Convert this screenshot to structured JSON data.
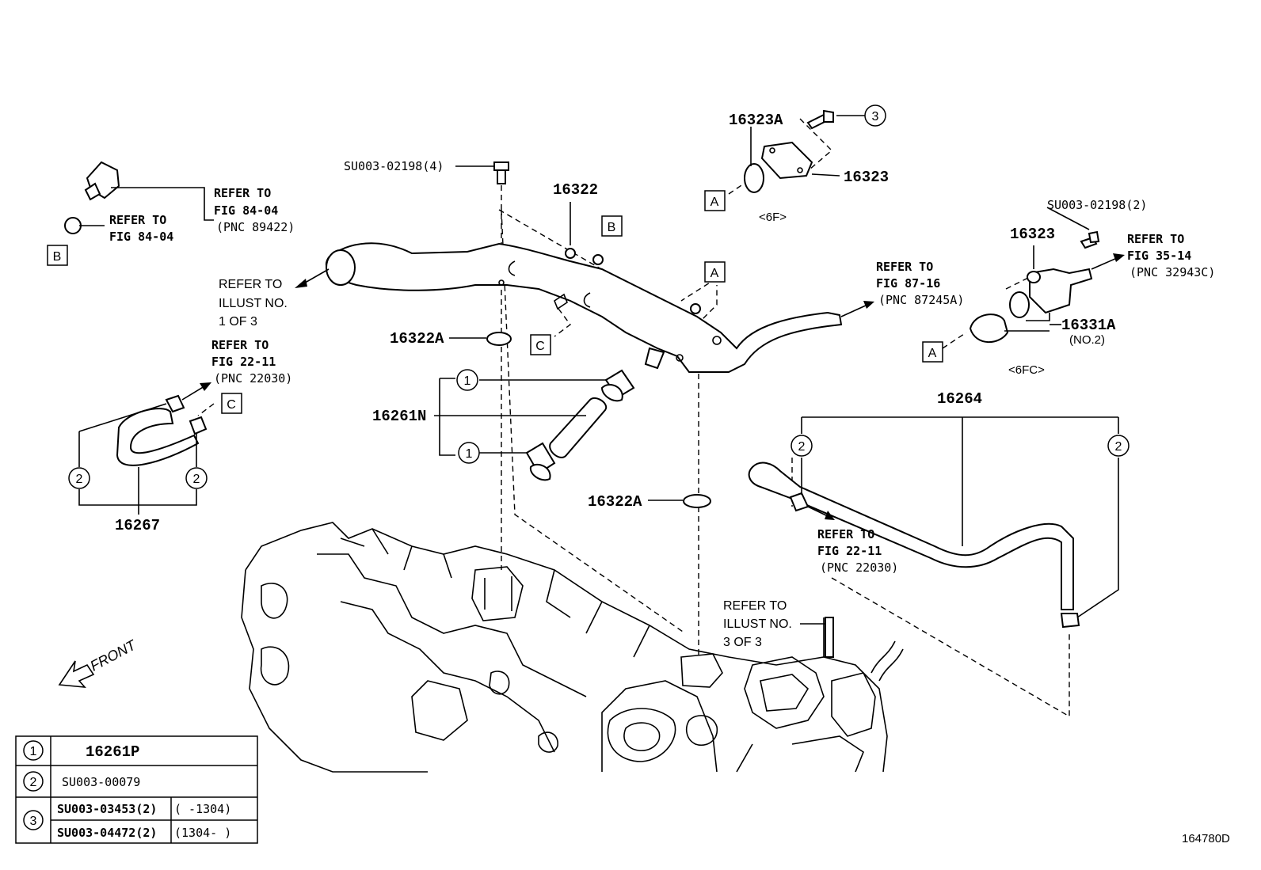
{
  "callouts": {
    "top_sensor_refer": [
      "REFER TO",
      "FIG 84-04",
      "(PNC 89422)"
    ],
    "gasket_b_refer": [
      "REFER TO",
      "FIG 84-04"
    ],
    "pipe_left_refer": [
      "REFER TO",
      "ILLUST NO.",
      "1 OF 3"
    ],
    "hose_left_refer": [
      "REFER TO",
      "FIG 22-11",
      "(PNC 22030)"
    ],
    "pipe_right_refer": [
      "REFER TO",
      "FIG 87-16",
      "(PNC 87245A)"
    ],
    "outlet_refer": [
      "REFER TO",
      "FIG 35-14",
      "(PNC 32943C)"
    ],
    "clamp_right_refer": [
      "REFER TO",
      "FIG 22-11",
      "(PNC 22030)"
    ],
    "engine_refer": [
      "REFER TO",
      "ILLUST NO.",
      "3 OF 3"
    ]
  },
  "part_numbers": {
    "p16323A": "16323A",
    "p16323_top": "16323",
    "p16322": "16322",
    "p16322A_upper": "16322A",
    "p16322A_lower": "16322A",
    "p16261N": "16261N",
    "p16264": "16264",
    "p16267": "16267",
    "p16323_right": "16323",
    "p16331A": "16331A",
    "p16331A_sub": "(NO.2)",
    "bolt_main": "SU003-02198(4)",
    "bolt_right": "SU003-02198(2)"
  },
  "variants": {
    "v6F": "<6F>",
    "v6FC": "<6FC>"
  },
  "refs": {
    "A": "A",
    "B": "B",
    "C": "C"
  },
  "markers": {
    "one": "1",
    "two": "2",
    "three": "3"
  },
  "front_label": "FRONT",
  "legend": {
    "rows": [
      {
        "key": "1",
        "part": "16261P",
        "range": ""
      },
      {
        "key": "2",
        "part": "SU003-00079",
        "range": ""
      },
      {
        "key": "3",
        "part": "SU003-03453(2)",
        "range": "(    -1304)"
      },
      {
        "key": "",
        "part": "SU003-04472(2)",
        "range": "(1304-    )"
      }
    ]
  },
  "figure_id": "164780D"
}
